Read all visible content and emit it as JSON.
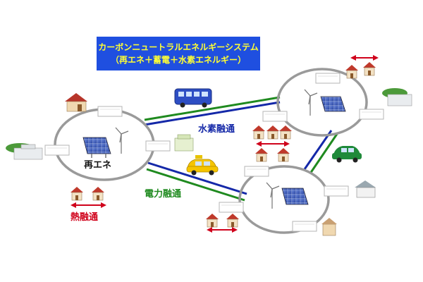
{
  "title": {
    "line1": "カーボンニュートラルエネルギーシステム",
    "line2": "（再エネ＋蓄電＋水素エネルギー）"
  },
  "labels": {
    "renewable": "再エネ",
    "hydrogen": "水素融通",
    "power": "電力融通",
    "heat": "熱融通"
  },
  "colors": {
    "title_bg": "#1f4fe0",
    "title_text": "#ffff33",
    "hydrogen_link": "#1428a8",
    "power_link": "#1f8a1f",
    "heat": "#d0021b",
    "ring": "#9a9a9a"
  }
}
